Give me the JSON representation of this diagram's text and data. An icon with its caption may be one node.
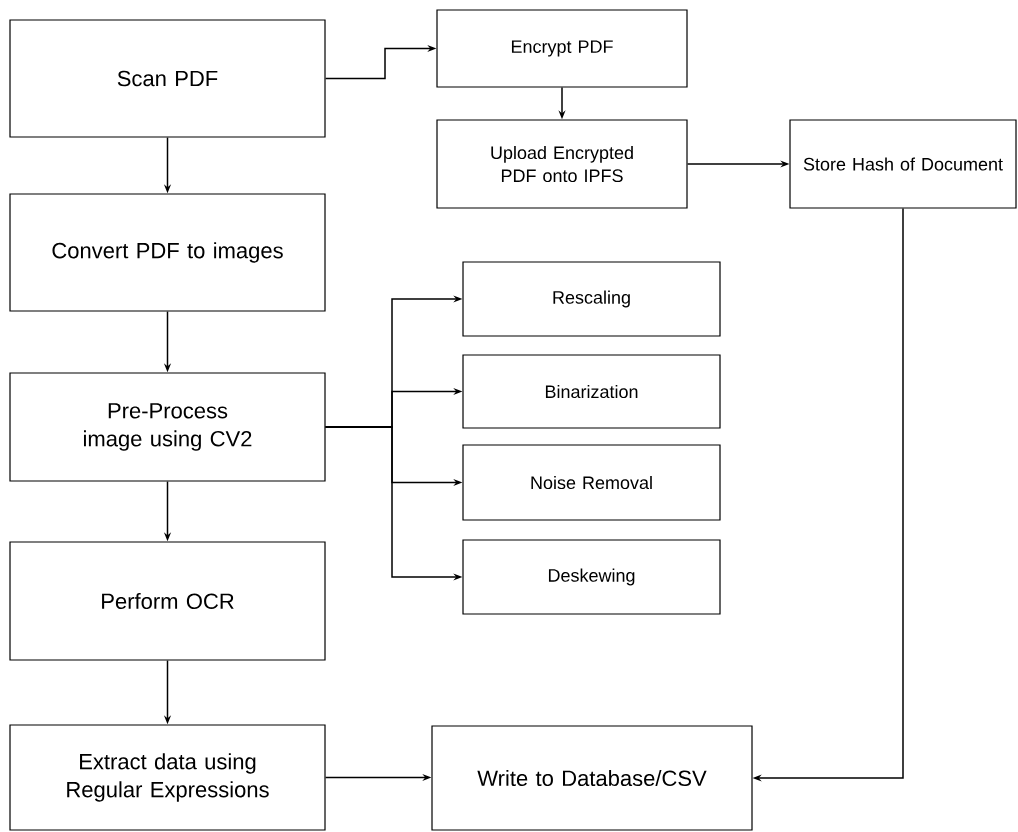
{
  "diagram": {
    "nodes": [
      {
        "text": [
          "Scan PDF"
        ]
      },
      {
        "text": [
          "Encrypt PDF"
        ]
      },
      {
        "text": [
          "Upload Encrypted PDF onto IPFS"
        ]
      },
      {
        "text": [
          "Store Hash of Document"
        ]
      },
      {
        "text": [
          "Convert PDF to images"
        ]
      },
      {
        "text": [
          "Rescaling"
        ]
      },
      {
        "text": [
          "Pre-Process image using CV2"
        ]
      },
      {
        "text": [
          "Binarization"
        ]
      },
      {
        "text": [
          "Noise Removal"
        ]
      },
      {
        "text": [
          "Deskewing"
        ]
      },
      {
        "text": [
          "Perform OCR"
        ]
      },
      {
        "text": [
          "Extract data using Regular Expressions"
        ]
      },
      {
        "text": [
          "Write to Database/CSV"
        ]
      }
    ],
    "edges": [
      {
        "from": 0,
        "to": 1,
        "arrow": "to"
      },
      {
        "from": 1,
        "to": 2,
        "arrow": "to"
      },
      {
        "from": 2,
        "to": 3,
        "arrow": "to"
      },
      {
        "from": 0,
        "to": 4,
        "arrow": "to"
      },
      {
        "from": 4,
        "to": 6,
        "arrow": "to"
      },
      {
        "from": 6,
        "to": 5,
        "arrow": "to"
      },
      {
        "from": 6,
        "to": 7,
        "arrow": "to"
      },
      {
        "from": 6,
        "to": 8,
        "arrow": "to"
      },
      {
        "from": 6,
        "to": 9,
        "arrow": "to"
      },
      {
        "from": 6,
        "to": 10,
        "arrow": "to"
      },
      {
        "from": 10,
        "to": 11,
        "arrow": "to"
      },
      {
        "from": 11,
        "to": 12,
        "arrow": "to"
      },
      {
        "from": 3,
        "to": 12,
        "arrow": "to"
      }
    ]
  }
}
